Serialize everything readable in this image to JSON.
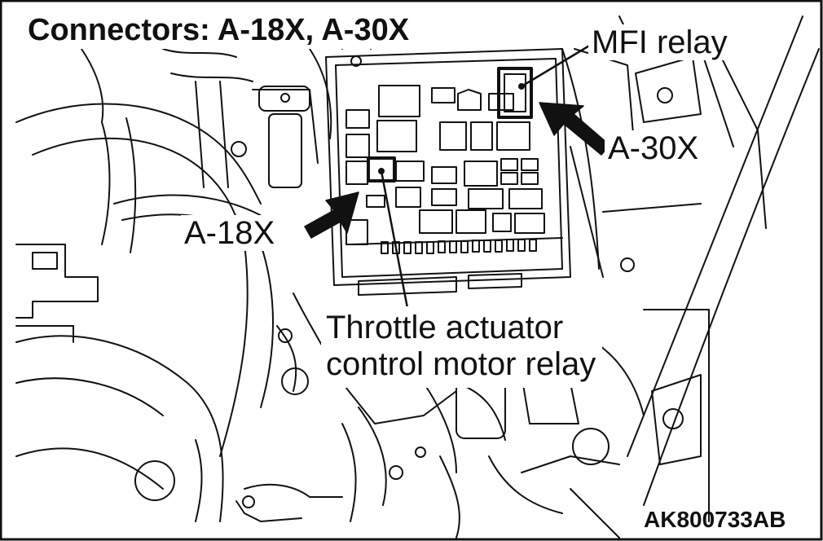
{
  "diagram": {
    "title": "Connectors: A-18X, A-30X",
    "labels": {
      "mfi_relay": "MFI relay",
      "a30x": "A-30X",
      "a18x": "A-18X",
      "throttle_line1": "Throttle actuator",
      "throttle_line2": "control motor relay"
    },
    "figure_code": "AK800733AB"
  }
}
